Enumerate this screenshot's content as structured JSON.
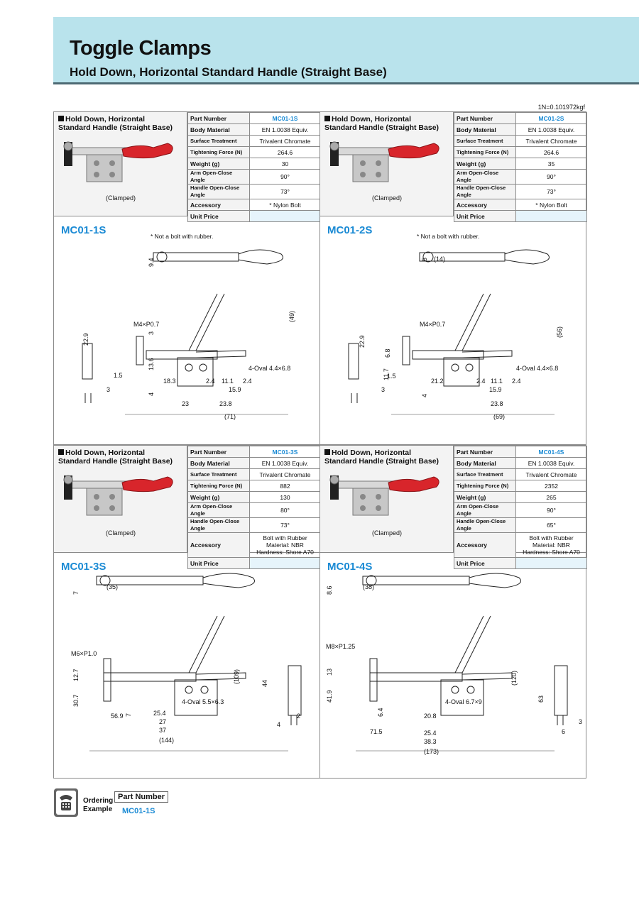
{
  "header": {
    "title": "Toggle Clamps",
    "subtitle": "Hold Down, Horizontal Standard Handle (Straight Base)",
    "unit_note": "1N=0.101972kgf"
  },
  "labels": {
    "part_number": "Part Number",
    "body_material": "Body Material",
    "surface_treatment": "Surface Treatment",
    "tightening_force": "Tightening Force (N)",
    "weight": "Weight (g)",
    "arm_angle": "Arm Open-Close Angle",
    "handle_angle": "Handle Open-Close Angle",
    "accessory": "Accessory",
    "unit_price": "Unit Price"
  },
  "products": [
    {
      "caption": "Hold Down, Horizontal Standard Handle (Straight Base)",
      "photo_caption": "(Clamped)",
      "part_number": "MC01-1S",
      "body_material": "EN 1.0038 Equiv.",
      "surface_treatment": "Trivalent Chromate",
      "tightening_force": "264.6",
      "weight": "30",
      "arm_angle": "90°",
      "handle_angle": "73°",
      "accessory": "* Nylon Bolt",
      "unit_price": "",
      "drawing_title": "MC01-1S",
      "drawing_note": "* Not a bolt with rubber.",
      "thread": "M4×P0.7",
      "oval": "4-Oval 4.4×6.8",
      "dims": [
        "9.4",
        "(49)",
        "22.9",
        "3",
        "13.6",
        "4",
        "1.5",
        "3",
        "18.3",
        "2.4",
        "11.1",
        "2.4",
        "15.9",
        "23",
        "23.8",
        "(71)"
      ]
    },
    {
      "caption": "Hold Down, Horizontal Standard Handle (Straight Base)",
      "photo_caption": "(Clamped)",
      "part_number": "MC01-2S",
      "body_material": "EN 1.0038 Equiv.",
      "surface_treatment": "Trivalent Chromate",
      "tightening_force": "264.6",
      "weight": "35",
      "arm_angle": "90°",
      "handle_angle": "73°",
      "accessory": "* Nylon Bolt",
      "unit_price": "",
      "drawing_title": "MC01-2S",
      "drawing_note": "* Not a bolt with rubber.",
      "thread": "M4×P0.7",
      "oval": "4-Oval 4.4×6.8",
      "dims": [
        "5",
        "(14)",
        "(56)",
        "22.9",
        "6.8",
        "11.7",
        "4",
        "1.5",
        "3",
        "21.2",
        "2.4",
        "11.1",
        "2.4",
        "15.9",
        "23.8",
        "(69)"
      ]
    },
    {
      "caption": "Hold Down, Horizontal Standard Handle (Straight Base)",
      "photo_caption": "(Clamped)",
      "part_number": "MC01-3S",
      "body_material": "EN 1.0038 Equiv.",
      "surface_treatment": "Trivalent Chromate",
      "tightening_force": "882",
      "weight": "130",
      "arm_angle": "80°",
      "handle_angle": "73°",
      "accessory": "Bolt with Rubber Material: NBR Hardness: Shore A70",
      "unit_price": "",
      "drawing_title": "MC01-3S",
      "thread": "M6×P1.0",
      "oval": "4-Oval 5.5×6.3",
      "dims": [
        "7",
        "(35)",
        "(109)",
        "12.7",
        "30.7",
        "7",
        "56.9",
        "25.4",
        "27",
        "37",
        "(144)",
        "44",
        "4",
        "2"
      ]
    },
    {
      "caption": "Hold Down, Horizontal Standard Handle (Straight Base)",
      "photo_caption": "(Clamped)",
      "part_number": "MC01-4S",
      "body_material": "EN 1.0038 Equiv.",
      "surface_treatment": "Trivalent Chromate",
      "tightening_force": "2352",
      "weight": "265",
      "arm_angle": "90°",
      "handle_angle": "65°",
      "accessory": "Bolt with Rubber Material: NBR Hardness: Shore A70",
      "unit_price": "",
      "drawing_title": "MC01-4S",
      "thread": "M8×P1.25",
      "oval": "4-Oval 6.7×9",
      "dims": [
        "8.6",
        "(38)",
        "(120)",
        "13",
        "41.9",
        "6.4",
        "20.8",
        "71.5",
        "25.4",
        "38.3",
        "(173)",
        "63",
        "3",
        "6"
      ]
    }
  ],
  "ordering": {
    "label_line1": "Ordering",
    "label_line2": "Example",
    "header": "Part Number",
    "value": "MC01-1S"
  }
}
